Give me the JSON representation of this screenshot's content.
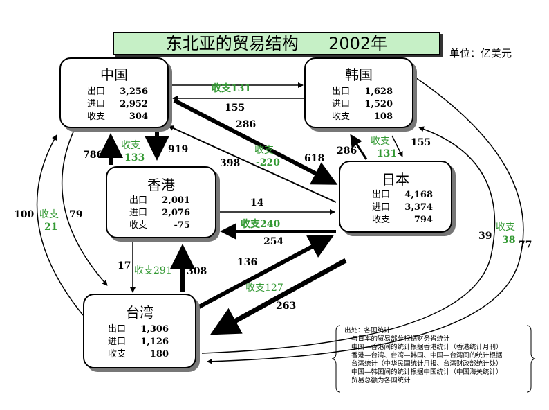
{
  "title": {
    "main": "东北亚的贸易结构",
    "year": "2002年"
  },
  "unit_label": "单位：亿美元",
  "nodes": {
    "china": {
      "name": "中国",
      "export_label": "出口",
      "export": "3,256",
      "import_label": "进口",
      "import": "2,952",
      "balance_label": "收支",
      "balance": "304"
    },
    "korea": {
      "name": "韩国",
      "export_label": "出口",
      "export": "1,628",
      "import_label": "进口",
      "import": "1,520",
      "balance_label": "收支",
      "balance": "108"
    },
    "hk": {
      "name": "香港",
      "export_label": "出口",
      "export": "2,001",
      "import_label": "进口",
      "import": "2,076",
      "balance_label": "收支",
      "balance": "-75"
    },
    "japan": {
      "name": "日本",
      "export_label": "出口",
      "export": "4,168",
      "import_label": "进口",
      "import": "3,374",
      "balance_label": "收支",
      "balance": "794"
    },
    "taiwan": {
      "name": "台湾",
      "export_label": "出口",
      "export": "1,306",
      "import_label": "进口",
      "import": "1,126",
      "balance_label": "收支",
      "balance": "180"
    }
  },
  "flows": {
    "china_to_korea": "155",
    "china_korea_balance": "收支131",
    "china_to_japan": "618",
    "japan_to_china": "398",
    "china_japan_b1": "收支",
    "china_japan_b2": "-220",
    "china_to_hk": "919",
    "hk_to_china": "786",
    "china_hk_b1": "收支",
    "china_hk_b2": "133",
    "china_to_taiwan": "79",
    "taiwan_to_china": "100",
    "china_taiwan_b1": "收支",
    "china_taiwan_b2": "21",
    "korea_to_japan": "155",
    "japan_to_korea": "286",
    "korea_japan_b1": "收支",
    "korea_japan_b2": "131",
    "hk_to_japan": "14",
    "japan_to_hk": "254",
    "hk_japan_balance": "收支240",
    "hk_to_taiwan": "17",
    "taiwan_to_hk": "308",
    "hk_taiwan_balance": "收支291",
    "taiwan_to_japan": "136",
    "japan_to_taiwan": "263",
    "japan_taiwan_balance": "收支127",
    "taiwan_to_korea": "39",
    "korea_to_taiwan": "77",
    "korea_taiwan_b1": "收支",
    "korea_taiwan_b2": "38",
    "korea_to_china_286": "286"
  },
  "source": {
    "heading": "出处：各国统计",
    "lines": [
      "与日本的贸易部分根据财务省统计",
      "中国—香港间的统计根据香港统计（香港统计月刊）",
      "香港—台湾、台湾—韩国、中国—台湾间的统计根据",
      "台湾统计（中华民国统计月报、台湾财政部统计处）",
      "中国—韩国间的统计根据中国统计（中国海关统计）",
      "贸易总额为各国统计"
    ]
  },
  "colors": {
    "title_bg": "#c6f0c6",
    "balance_text": "#339933"
  }
}
